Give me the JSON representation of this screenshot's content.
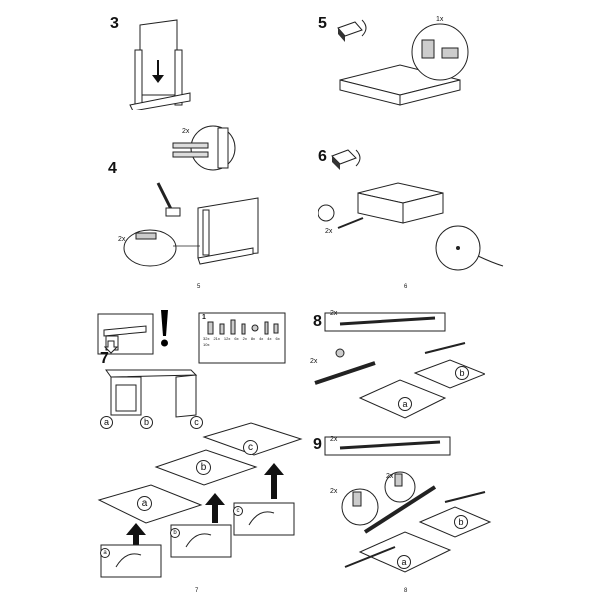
{
  "steps": {
    "s3": "3",
    "s4": "4",
    "s5": "5",
    "s6": "6",
    "s7": "7",
    "s8": "8",
    "s9": "9"
  },
  "qty": {
    "two_x": "2x",
    "one_x": "1x"
  },
  "page_numbers": {
    "top_left": "5",
    "top_right": "6",
    "bottom_left": "7",
    "bottom_right": "8"
  },
  "panel_labels": {
    "a": "a",
    "b": "b",
    "c": "c"
  },
  "parts_box": {
    "index": "1",
    "counts": [
      "32x",
      "21x",
      "12x",
      "6x",
      "2x",
      "8x",
      "4x",
      "4x",
      "6x",
      "10x"
    ]
  },
  "icons": [
    "drawer-icon",
    "rotate-arrow-icon",
    "warning-exclamation-icon",
    "arrow-down-icon",
    "screwdriver-icon",
    "hand-icon",
    "zoom-callout-icon"
  ]
}
